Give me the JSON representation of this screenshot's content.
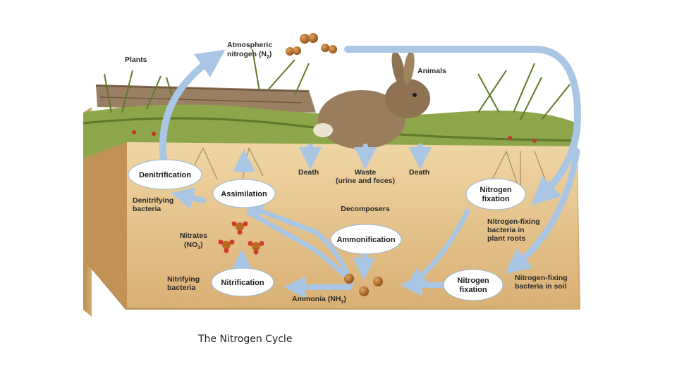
{
  "labels": {
    "plants": "Plants",
    "atmospheric_line1": "Atmospheric",
    "atmospheric_line2": "nitrogen (N",
    "atmospheric_sub": "2",
    "atmospheric_end": ")",
    "animals": "Animals",
    "death_left": "Death",
    "waste_line1": "Waste",
    "waste_line2": "(urine and feces)",
    "death_right": "Death",
    "decomposers": "Decomposers",
    "denitrifying_line1": "Denitrifying",
    "denitrifying_line2": "bacteria",
    "nitrates_line1": "Nitrates",
    "nitrates_line2": "(NO",
    "nitrates_sub": "3",
    "nitrates_end": ")",
    "nitrifying_line1": "Nitrifying",
    "nitrifying_line2": "bacteria",
    "ammonia": "Ammonia (NH",
    "ammonia_sub": "3",
    "ammonia_end": ")",
    "root_bacteria_line1": "Nitrogen-fixing",
    "root_bacteria_line2": "bacteria in",
    "root_bacteria_line3": "plant roots",
    "soil_bacteria_line1": "Nitrogen-fixing",
    "soil_bacteria_line2": "bacteria in soil"
  },
  "processes": {
    "denitrification": "Denitrification",
    "assimilation": "Assimilation",
    "ammonification": "Ammonification",
    "nitrification": "Nitrification",
    "fixation_top_line1": "Nitrogen",
    "fixation_top_line2": "fixation",
    "fixation_bottom_line1": "Nitrogen",
    "fixation_bottom_line2": "fixation"
  },
  "caption": "The Nitrogen Cycle",
  "colors": {
    "soil": "#e6c48e",
    "soil_dark": "#c9a066",
    "arrow": "#a9c7e4",
    "oval_fill": "#ffffff",
    "grass": "#7f9b3e",
    "rabbit": "#9a7d5c",
    "nitrogen_ball": "#a86a20"
  }
}
